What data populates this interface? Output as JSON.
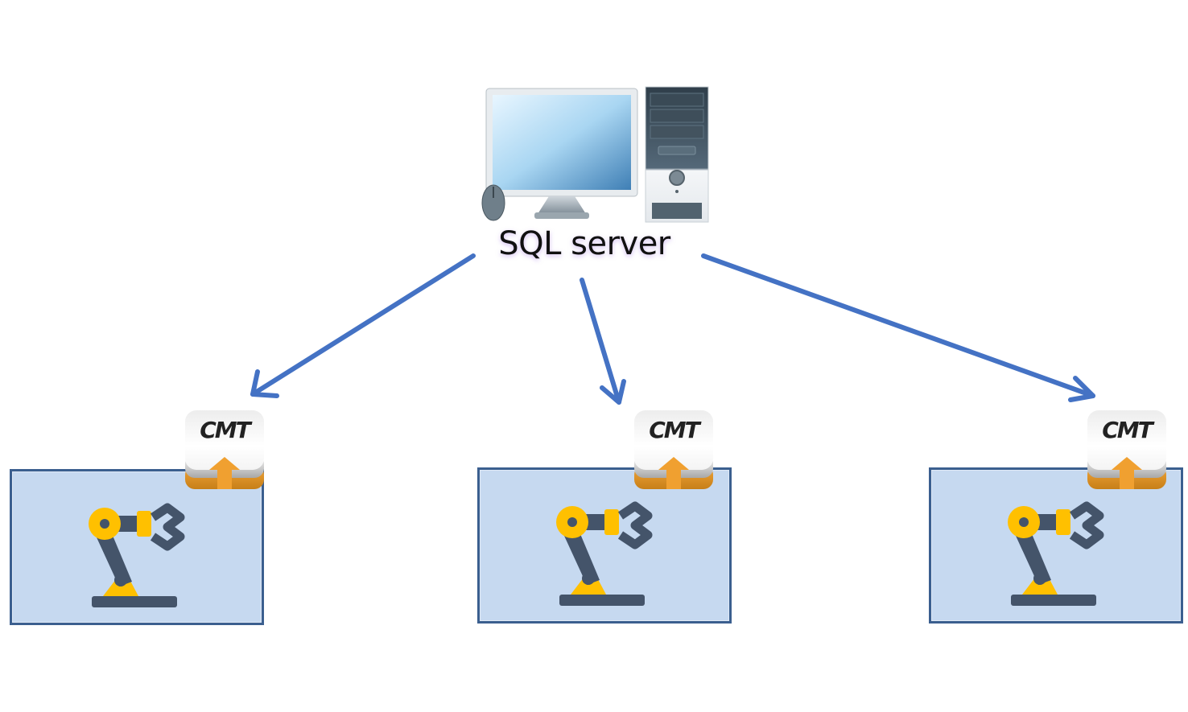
{
  "diagram": {
    "server": {
      "label": "SQL server",
      "icon": "desktop-computer-icon"
    },
    "connections": [
      {
        "from": "sql-server",
        "to": "machine-1"
      },
      {
        "from": "sql-server",
        "to": "machine-2"
      },
      {
        "from": "sql-server",
        "to": "machine-3"
      }
    ],
    "machines": [
      {
        "id": "machine-1",
        "icon": "robot-arm-icon",
        "badge": {
          "label": "CMT",
          "icon": "upload-arrow-icon"
        }
      },
      {
        "id": "machine-2",
        "icon": "robot-arm-icon",
        "badge": {
          "label": "CMT",
          "icon": "upload-arrow-icon"
        }
      },
      {
        "id": "machine-3",
        "icon": "robot-arm-icon",
        "badge": {
          "label": "CMT",
          "icon": "upload-arrow-icon"
        }
      }
    ],
    "colors": {
      "arrow": "#4472c4",
      "box_fill": "#c6d9f0",
      "box_border": "#3b5f8f",
      "robot_yellow": "#ffc000",
      "robot_dark": "#44546a",
      "badge_orange": "#f0a030"
    }
  }
}
